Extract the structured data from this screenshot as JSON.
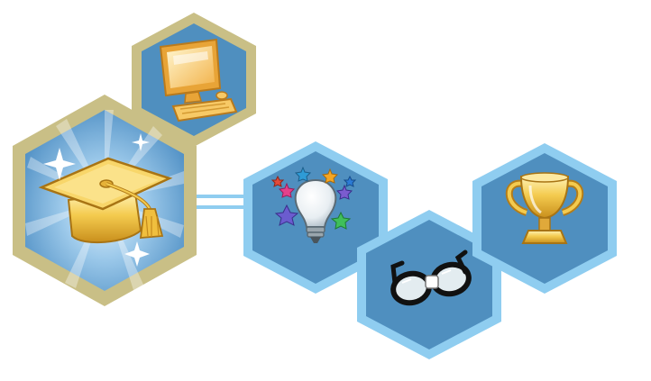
{
  "colors": {
    "background": "#ffffff",
    "tan_border": "#c9bf86",
    "tan_border_dark": "#b9ad6c",
    "blue_border": "#7cc6ef",
    "blue_border_light": "#9ad4f4",
    "blue_fill": "#4f8fbf",
    "blue_fill_dark": "#3f79a8",
    "connector": "#8fcdf0",
    "gold": "#f2c84b",
    "gold_dark": "#c9951f",
    "gold_light": "#fde9a0"
  },
  "badges": [
    {
      "id": "graduation",
      "icon": "graduation-cap-icon",
      "style": "tan",
      "size": "large"
    },
    {
      "id": "computer",
      "icon": "computer-icon",
      "style": "tan",
      "size": "small"
    },
    {
      "id": "ideas",
      "icon": "lightbulb-stars-icon",
      "style": "blue",
      "size": "small"
    },
    {
      "id": "glasses",
      "icon": "glasses-icon",
      "style": "blue",
      "size": "small"
    },
    {
      "id": "trophy",
      "icon": "trophy-icon",
      "style": "blue",
      "size": "small"
    }
  ]
}
